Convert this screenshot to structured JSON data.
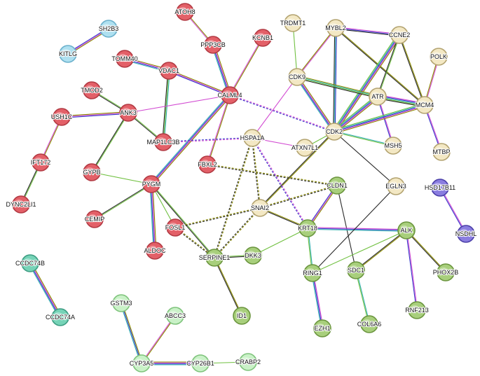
{
  "network": {
    "cluster_colors": {
      "red": {
        "fill": "#e36068",
        "stroke": "#b23a43"
      },
      "tan": {
        "fill": "#f3e8c4",
        "stroke": "#b3a370"
      },
      "olive": {
        "fill": "#a8cf7c",
        "stroke": "#6b953e"
      },
      "mint": {
        "fill": "#c9f1c7",
        "stroke": "#7ec37b"
      },
      "teal": {
        "fill": "#76d3b7",
        "stroke": "#3d9c82"
      },
      "sky": {
        "fill": "#aee0f0",
        "stroke": "#6ab0cc"
      },
      "purple": {
        "fill": "#8a7de0",
        "stroke": "#4b3fa8"
      }
    },
    "edge_colors": [
      "#8c8c00",
      "#d24bd2",
      "#3a3acb",
      "#34b0b0",
      "#70c040",
      "#2a2a2a"
    ],
    "nodes": [
      {
        "id": "SH2B3",
        "label": "SH2B3",
        "cluster": "sky"
      },
      {
        "id": "KITLG",
        "label": "KITLG",
        "cluster": "sky"
      },
      {
        "id": "ATOH8",
        "label": "ATOH8",
        "cluster": "red"
      },
      {
        "id": "PPP3CB",
        "label": "PPP3CB",
        "cluster": "red"
      },
      {
        "id": "KCNB1",
        "label": "KCNB1",
        "cluster": "red"
      },
      {
        "id": "TOMM40",
        "label": "TOMM40",
        "cluster": "red"
      },
      {
        "id": "VDAC1",
        "label": "VDAC1",
        "cluster": "red"
      },
      {
        "id": "CALML4",
        "label": "CALML4",
        "cluster": "red"
      },
      {
        "id": "TMOD2",
        "label": "TMOD2",
        "cluster": "red"
      },
      {
        "id": "ANK3",
        "label": "ANK3",
        "cluster": "red"
      },
      {
        "id": "USH1C",
        "label": "USH1C",
        "cluster": "red"
      },
      {
        "id": "MAP1LC3B",
        "label": "MAP1LC3B",
        "cluster": "red"
      },
      {
        "id": "IFT172",
        "label": "IFT172",
        "cluster": "red"
      },
      {
        "id": "GYPB",
        "label": "GYPB",
        "cluster": "red"
      },
      {
        "id": "FBXL2",
        "label": "FBXL2",
        "cluster": "red"
      },
      {
        "id": "PYGM",
        "label": "PYGM",
        "cluster": "red"
      },
      {
        "id": "DYNC2LI1",
        "label": "DYNC2LI1",
        "cluster": "red"
      },
      {
        "id": "CEMIP",
        "label": "CEMIP",
        "cluster": "red"
      },
      {
        "id": "FOSL1",
        "label": "FOSL1",
        "cluster": "red"
      },
      {
        "id": "ALDOC",
        "label": "ALDOC",
        "cluster": "red"
      },
      {
        "id": "TRDMT1",
        "label": "TRDMT1",
        "cluster": "tan"
      },
      {
        "id": "MYBL2",
        "label": "MYBL2",
        "cluster": "tan"
      },
      {
        "id": "CCNE2",
        "label": "CCNE2",
        "cluster": "tan"
      },
      {
        "id": "POLK",
        "label": "POLK",
        "cluster": "tan"
      },
      {
        "id": "CDK9",
        "label": "CDK9",
        "cluster": "tan"
      },
      {
        "id": "ATR",
        "label": "ATR",
        "cluster": "tan"
      },
      {
        "id": "MCM4",
        "label": "MCM4",
        "cluster": "tan"
      },
      {
        "id": "CDK2",
        "label": "CDK2",
        "cluster": "tan"
      },
      {
        "id": "HSPA1A",
        "label": "HSPA1A",
        "cluster": "tan"
      },
      {
        "id": "ATXN7L1",
        "label": "ATXN7L1",
        "cluster": "tan"
      },
      {
        "id": "MSH5",
        "label": "MSH5",
        "cluster": "tan"
      },
      {
        "id": "MTBP",
        "label": "MTBP",
        "cluster": "tan"
      },
      {
        "id": "EGLN3",
        "label": "EGLN3",
        "cluster": "tan"
      },
      {
        "id": "SNAI2",
        "label": "SNAI2",
        "cluster": "tan"
      },
      {
        "id": "CLDN1",
        "label": "CLDN1",
        "cluster": "olive"
      },
      {
        "id": "KRT18",
        "label": "KRT18",
        "cluster": "olive"
      },
      {
        "id": "ALK",
        "label": "ALK",
        "cluster": "olive"
      },
      {
        "id": "SERPINE1",
        "label": "SERPINE1",
        "cluster": "olive"
      },
      {
        "id": "DKK3",
        "label": "DKK3",
        "cluster": "olive"
      },
      {
        "id": "RING1",
        "label": "RING1",
        "cluster": "olive"
      },
      {
        "id": "SDC1",
        "label": "SDC1",
        "cluster": "olive"
      },
      {
        "id": "PHOX2B",
        "label": "PHOX2B",
        "cluster": "olive"
      },
      {
        "id": "ID1",
        "label": "ID1",
        "cluster": "olive"
      },
      {
        "id": "RNF213",
        "label": "RNF213",
        "cluster": "olive"
      },
      {
        "id": "EZH1",
        "label": "EZH1",
        "cluster": "olive"
      },
      {
        "id": "COL6A6",
        "label": "COL6A6",
        "cluster": "olive"
      },
      {
        "id": "HSD17B11",
        "label": "HSD17B11",
        "cluster": "purple"
      },
      {
        "id": "NSDHL",
        "label": "NSDHL",
        "cluster": "purple"
      },
      {
        "id": "CCDC74B",
        "label": "CCDC74B",
        "cluster": "teal"
      },
      {
        "id": "CCDC74A",
        "label": "CCDC74A",
        "cluster": "teal"
      },
      {
        "id": "GSTM3",
        "label": "GSTM3",
        "cluster": "mint"
      },
      {
        "id": "ABCC3",
        "label": "ABCC3",
        "cluster": "mint"
      },
      {
        "id": "CYP3A5",
        "label": "CYP3A5",
        "cluster": "mint"
      },
      {
        "id": "CYP26B1",
        "label": "CYP26B1",
        "cluster": "mint"
      },
      {
        "id": "CRABP2",
        "label": "CRABP2",
        "cluster": "mint"
      }
    ],
    "edges": [
      {
        "source": "SH2B3",
        "target": "KITLG",
        "colors": [
          0,
          1,
          2
        ]
      },
      {
        "source": "ATOH8",
        "target": "PPP3CB",
        "colors": [
          0,
          1
        ]
      },
      {
        "source": "PPP3CB",
        "target": "CALML4",
        "colors": [
          0,
          1,
          2,
          3
        ]
      },
      {
        "source": "KCNB1",
        "target": "CALML4",
        "colors": [
          0,
          1
        ]
      },
      {
        "source": "TOMM40",
        "target": "VDAC1",
        "colors": [
          0,
          1,
          2,
          3
        ]
      },
      {
        "source": "VDAC1",
        "target": "CALML4",
        "colors": [
          0,
          1,
          2
        ]
      },
      {
        "source": "VDAC1",
        "target": "MAP1LC3B",
        "colors": [
          3,
          4,
          5
        ]
      },
      {
        "source": "TMOD2",
        "target": "ANK3",
        "colors": [
          4,
          5
        ]
      },
      {
        "source": "USH1C",
        "target": "ANK3",
        "colors": [
          0,
          1,
          2
        ]
      },
      {
        "source": "ANK3",
        "target": "CALML4",
        "colors": [
          1
        ]
      },
      {
        "source": "ANK3",
        "target": "MAP1LC3B",
        "colors": [
          4,
          5
        ]
      },
      {
        "source": "ANK3",
        "target": "GYPB",
        "colors": [
          4,
          5
        ]
      },
      {
        "source": "USH1C",
        "target": "IFT172",
        "colors": [
          0,
          1
        ]
      },
      {
        "source": "IFT172",
        "target": "DYNC2LI1",
        "colors": [
          4,
          5
        ]
      },
      {
        "source": "CALML4",
        "target": "FBXL2",
        "colors": [
          0,
          1
        ]
      },
      {
        "source": "CALML4",
        "target": "PYGM",
        "colors": [
          0,
          1,
          2,
          3
        ]
      },
      {
        "source": "CALML4",
        "target": "CDK2",
        "colors": [
          1,
          2
        ],
        "dashed": true
      },
      {
        "source": "MAP1LC3B",
        "target": "HSPA1A",
        "colors": [
          2,
          1
        ],
        "dashed": true
      },
      {
        "source": "GYPB",
        "target": "PYGM",
        "colors": [
          4
        ]
      },
      {
        "source": "PYGM",
        "target": "CEMIP",
        "colors": [
          4,
          5
        ]
      },
      {
        "source": "PYGM",
        "target": "ALDOC",
        "colors": [
          0,
          1,
          2,
          3
        ]
      },
      {
        "source": "PYGM",
        "target": "FOSL1",
        "colors": [
          4
        ]
      },
      {
        "source": "PYGM",
        "target": "SERPINE1",
        "colors": [
          4,
          5
        ]
      },
      {
        "source": "FOSL1",
        "target": "SNAI2",
        "colors": [
          0,
          5
        ],
        "dashed": true
      },
      {
        "source": "FOSL1",
        "target": "SERPINE1",
        "colors": [
          0,
          5
        ],
        "dashed": true
      },
      {
        "source": "FBXL2",
        "target": "CLDN1",
        "colors": [
          0,
          5
        ],
        "dashed": true
      },
      {
        "source": "TRDMT1",
        "target": "CDK9",
        "colors": [
          4
        ]
      },
      {
        "source": "MYBL2",
        "target": "CCNE2",
        "colors": [
          1,
          2,
          5
        ]
      },
      {
        "source": "MYBL2",
        "target": "CDK9",
        "colors": [
          1,
          0
        ]
      },
      {
        "source": "MYBL2",
        "target": "CDK2",
        "colors": [
          2,
          3,
          5
        ]
      },
      {
        "source": "MYBL2",
        "target": "MCM4",
        "colors": [
          0,
          5
        ]
      },
      {
        "source": "CCNE2",
        "target": "CDK2",
        "colors": [
          0,
          1,
          2,
          3,
          4
        ]
      },
      {
        "source": "CCNE2",
        "target": "MCM4",
        "colors": [
          0,
          5
        ]
      },
      {
        "source": "CCNE2",
        "target": "ATR",
        "colors": [
          4,
          5
        ]
      },
      {
        "source": "POLK",
        "target": "MCM4",
        "colors": [
          1,
          0
        ]
      },
      {
        "source": "CDK9",
        "target": "CDK2",
        "colors": [
          0,
          1,
          2,
          3
        ]
      },
      {
        "source": "CDK9",
        "target": "ATR",
        "colors": [
          0,
          3,
          4,
          5
        ]
      },
      {
        "source": "CDK9",
        "target": "HSPA1A",
        "colors": [
          1
        ]
      },
      {
        "source": "ATR",
        "target": "MCM4",
        "colors": [
          1,
          2,
          3,
          4,
          5
        ]
      },
      {
        "source": "ATR",
        "target": "CDK2",
        "colors": [
          0,
          1,
          2,
          3,
          4
        ]
      },
      {
        "source": "ATR",
        "target": "MSH5",
        "colors": [
          1,
          2
        ]
      },
      {
        "source": "MCM4",
        "target": "CDK2",
        "colors": [
          0,
          1,
          2,
          3,
          4
        ]
      },
      {
        "source": "MCM4",
        "target": "MTBP",
        "colors": [
          1,
          2
        ]
      },
      {
        "source": "CDK2",
        "target": "MSH5",
        "colors": [
          3,
          4
        ]
      },
      {
        "source": "CDK2",
        "target": "ATXN7L1",
        "colors": [
          4
        ]
      },
      {
        "source": "CDK2",
        "target": "EGLN3",
        "colors": [
          5
        ]
      },
      {
        "source": "CDK2",
        "target": "SNAI2",
        "colors": [
          0,
          5
        ]
      },
      {
        "source": "HSPA1A",
        "target": "ATXN7L1",
        "colors": [
          1
        ]
      },
      {
        "source": "HSPA1A",
        "target": "SERPINE1",
        "colors": [
          0,
          5
        ],
        "dashed": true
      },
      {
        "source": "HSPA1A",
        "target": "SNAI2",
        "colors": [
          0,
          5
        ],
        "dashed": true
      },
      {
        "source": "HSPA1A",
        "target": "KRT18",
        "colors": [
          1,
          2
        ],
        "dashed": true
      },
      {
        "source": "SNAI2",
        "target": "CLDN1",
        "colors": [
          0,
          5
        ],
        "dashed": true
      },
      {
        "source": "SNAI2",
        "target": "KRT18",
        "colors": [
          0,
          5
        ]
      },
      {
        "source": "SNAI2",
        "target": "SERPINE1",
        "colors": [
          0,
          5
        ],
        "dashed": true
      },
      {
        "source": "CLDN1",
        "target": "KRT18",
        "colors": [
          0,
          1,
          2
        ]
      },
      {
        "source": "CLDN1",
        "target": "SDC1",
        "colors": [
          5
        ]
      },
      {
        "source": "KRT18",
        "target": "ALK",
        "colors": [
          1,
          2,
          3
        ]
      },
      {
        "source": "KRT18",
        "target": "RING1",
        "colors": [
          3,
          4
        ]
      },
      {
        "source": "EGLN3",
        "target": "RING1",
        "colors": [
          5
        ]
      },
      {
        "source": "SERPINE1",
        "target": "DKK3",
        "colors": [
          4,
          5
        ]
      },
      {
        "source": "SERPINE1",
        "target": "ID1",
        "colors": [
          0,
          5
        ]
      },
      {
        "source": "DKK3",
        "target": "KRT18",
        "colors": [
          4
        ]
      },
      {
        "source": "ALK",
        "target": "SDC1",
        "colors": [
          0,
          5
        ]
      },
      {
        "source": "ALK",
        "target": "PHOX2B",
        "colors": [
          0,
          5
        ]
      },
      {
        "source": "ALK",
        "target": "RNF213",
        "colors": [
          1,
          2
        ]
      },
      {
        "source": "ALK",
        "target": "RING1",
        "colors": [
          4
        ]
      },
      {
        "source": "RING1",
        "target": "EZH1",
        "colors": [
          1,
          2,
          3
        ]
      },
      {
        "source": "SDC1",
        "target": "COL6A6",
        "colors": [
          3,
          4
        ]
      },
      {
        "source": "HSD17B11",
        "target": "NSDHL",
        "colors": [
          1,
          2
        ]
      },
      {
        "source": "CCDC74B",
        "target": "CCDC74A",
        "colors": [
          0,
          1,
          2,
          3
        ]
      },
      {
        "source": "GSTM3",
        "target": "CYP3A5",
        "colors": [
          0,
          2,
          3
        ]
      },
      {
        "source": "ABCC3",
        "target": "CYP3A5",
        "colors": [
          0,
          1
        ]
      },
      {
        "source": "CYP3A5",
        "target": "CYP26B1",
        "colors": [
          0,
          1,
          2,
          3
        ]
      },
      {
        "source": "CYP26B1",
        "target": "CRABP2",
        "colors": [
          4
        ]
      }
    ]
  }
}
